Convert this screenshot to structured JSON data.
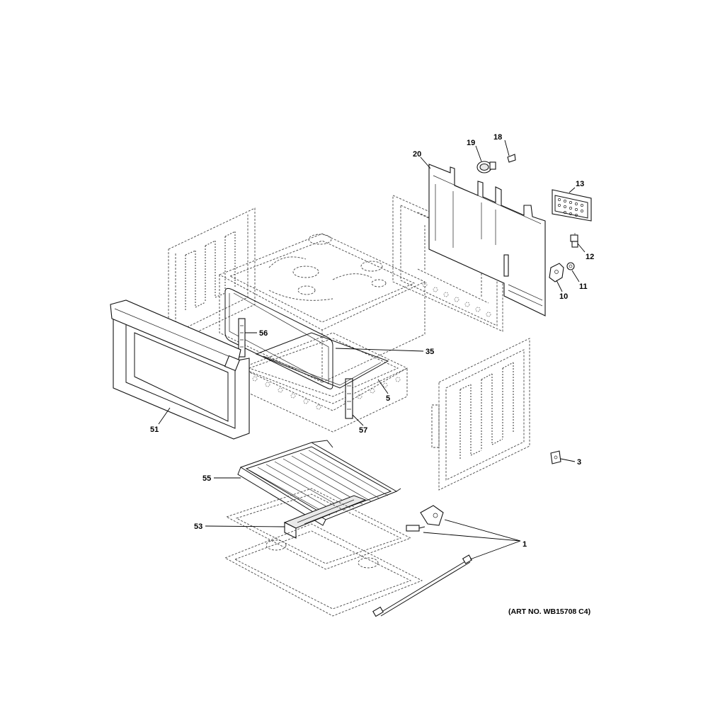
{
  "diagram": {
    "art_number": "(ART NO. WB15708 C4)",
    "callouts": [
      {
        "id": "c18",
        "label": "18"
      },
      {
        "id": "c19",
        "label": "19"
      },
      {
        "id": "c20",
        "label": "20"
      },
      {
        "id": "c13",
        "label": "13"
      },
      {
        "id": "c12",
        "label": "12"
      },
      {
        "id": "c11",
        "label": "11"
      },
      {
        "id": "c10",
        "label": "10"
      },
      {
        "id": "c56",
        "label": "56"
      },
      {
        "id": "c35",
        "label": "35"
      },
      {
        "id": "c5",
        "label": "5"
      },
      {
        "id": "c57",
        "label": "57"
      },
      {
        "id": "c51",
        "label": "51"
      },
      {
        "id": "c3",
        "label": "3"
      },
      {
        "id": "c55",
        "label": "55"
      },
      {
        "id": "c53",
        "label": "53"
      },
      {
        "id": "c1",
        "label": "1"
      }
    ]
  }
}
